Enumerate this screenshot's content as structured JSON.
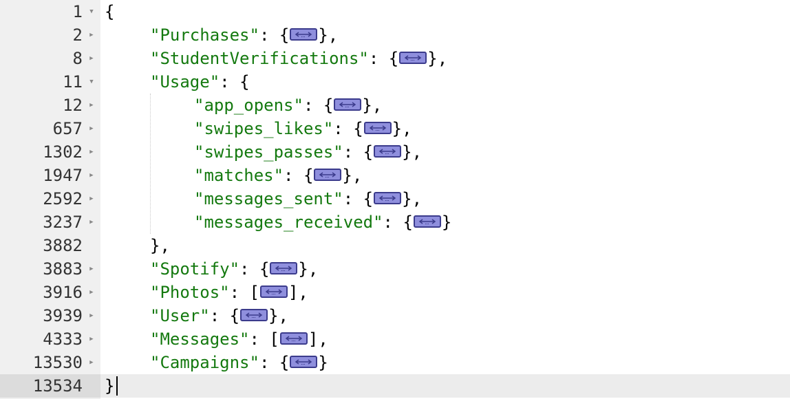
{
  "editor": {
    "lines": [
      {
        "number": "1",
        "fold": "expanded",
        "indent": 0,
        "open": "{",
        "key": "",
        "sep": "",
        "bracket": "",
        "close": "",
        "suffix": ""
      },
      {
        "number": "2",
        "fold": "collapsed",
        "indent": 1,
        "open": "",
        "key": "\"Purchases\"",
        "sep": ": ",
        "bracket": "{",
        "close": "}",
        "suffix": ","
      },
      {
        "number": "8",
        "fold": "collapsed",
        "indent": 1,
        "open": "",
        "key": "\"StudentVerifications\"",
        "sep": ": ",
        "bracket": "{",
        "close": "}",
        "suffix": ","
      },
      {
        "number": "11",
        "fold": "expanded",
        "indent": 1,
        "open": "",
        "key": "\"Usage\"",
        "sep": ": ",
        "bracket": "{",
        "close": "",
        "suffix": "",
        "openOnly": true
      },
      {
        "number": "12",
        "fold": "collapsed",
        "indent": 2,
        "open": "",
        "key": "\"app_opens\"",
        "sep": ": ",
        "bracket": "{",
        "close": "}",
        "suffix": ","
      },
      {
        "number": "657",
        "fold": "collapsed",
        "indent": 2,
        "open": "",
        "key": "\"swipes_likes\"",
        "sep": ": ",
        "bracket": "{",
        "close": "}",
        "suffix": ","
      },
      {
        "number": "1302",
        "fold": "collapsed",
        "indent": 2,
        "open": "",
        "key": "\"swipes_passes\"",
        "sep": ": ",
        "bracket": "{",
        "close": "}",
        "suffix": ","
      },
      {
        "number": "1947",
        "fold": "collapsed",
        "indent": 2,
        "open": "",
        "key": "\"matches\"",
        "sep": ": ",
        "bracket": "{",
        "close": "}",
        "suffix": ","
      },
      {
        "number": "2592",
        "fold": "collapsed",
        "indent": 2,
        "open": "",
        "key": "\"messages_sent\"",
        "sep": ": ",
        "bracket": "{",
        "close": "}",
        "suffix": ","
      },
      {
        "number": "3237",
        "fold": "collapsed",
        "indent": 2,
        "open": "",
        "key": "\"messages_received\"",
        "sep": ": ",
        "bracket": "{",
        "close": "}",
        "suffix": ""
      },
      {
        "number": "3882",
        "fold": "none",
        "indent": 1,
        "open": "},",
        "key": "",
        "sep": "",
        "bracket": "",
        "close": "",
        "suffix": ""
      },
      {
        "number": "3883",
        "fold": "collapsed",
        "indent": 1,
        "open": "",
        "key": "\"Spotify\"",
        "sep": ": ",
        "bracket": "{",
        "close": "}",
        "suffix": ","
      },
      {
        "number": "3916",
        "fold": "collapsed",
        "indent": 1,
        "open": "",
        "key": "\"Photos\"",
        "sep": ": ",
        "bracket": "[",
        "close": "]",
        "suffix": ","
      },
      {
        "number": "3939",
        "fold": "collapsed",
        "indent": 1,
        "open": "",
        "key": "\"User\"",
        "sep": ": ",
        "bracket": "{",
        "close": "}",
        "suffix": ","
      },
      {
        "number": "4333",
        "fold": "collapsed",
        "indent": 1,
        "open": "",
        "key": "\"Messages\"",
        "sep": ": ",
        "bracket": "[",
        "close": "]",
        "suffix": ","
      },
      {
        "number": "13530",
        "fold": "collapsed",
        "indent": 1,
        "open": "",
        "key": "\"Campaigns\"",
        "sep": ": ",
        "bracket": "{",
        "close": "}",
        "suffix": ""
      },
      {
        "number": "13534",
        "fold": "none",
        "indent": 0,
        "open": "}",
        "key": "",
        "sep": "",
        "bracket": "",
        "close": "",
        "suffix": "",
        "active": true
      }
    ]
  },
  "colors": {
    "key": "#14790f",
    "gutter": "#f0f0f0",
    "active_line": "#ececec",
    "collapsed_fill": "#8f8fdd",
    "collapsed_border": "#3b3b8c"
  },
  "icons": {
    "expanded": "fold-expanded-icon",
    "collapsed": "fold-collapsed-icon",
    "placeholder": "collapsed-placeholder-icon"
  }
}
